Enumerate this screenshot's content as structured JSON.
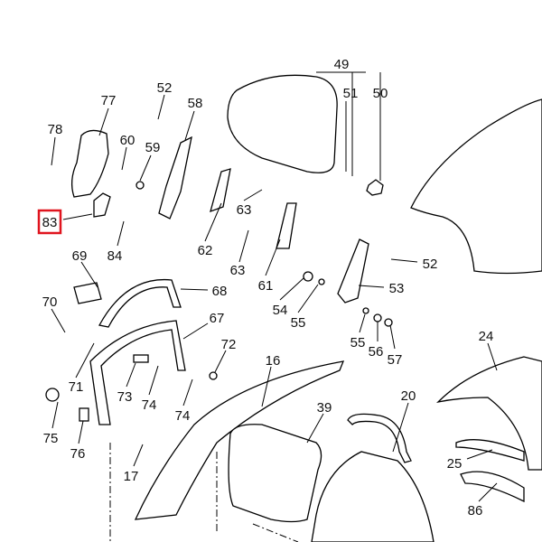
{
  "diagram_title": "",
  "highlight_color": "#e0141e",
  "highlighted_part": "83",
  "labels": [
    "49",
    "51",
    "50",
    "52",
    "77",
    "58",
    "78",
    "60",
    "59",
    "83",
    "63",
    "84",
    "69",
    "62",
    "63",
    "61",
    "52",
    "68",
    "53",
    "54",
    "70",
    "67",
    "55",
    "72",
    "55",
    "56",
    "57",
    "24",
    "16",
    "71",
    "73",
    "74",
    "20",
    "39",
    "74",
    "75",
    "76",
    "25",
    "17",
    "86"
  ]
}
